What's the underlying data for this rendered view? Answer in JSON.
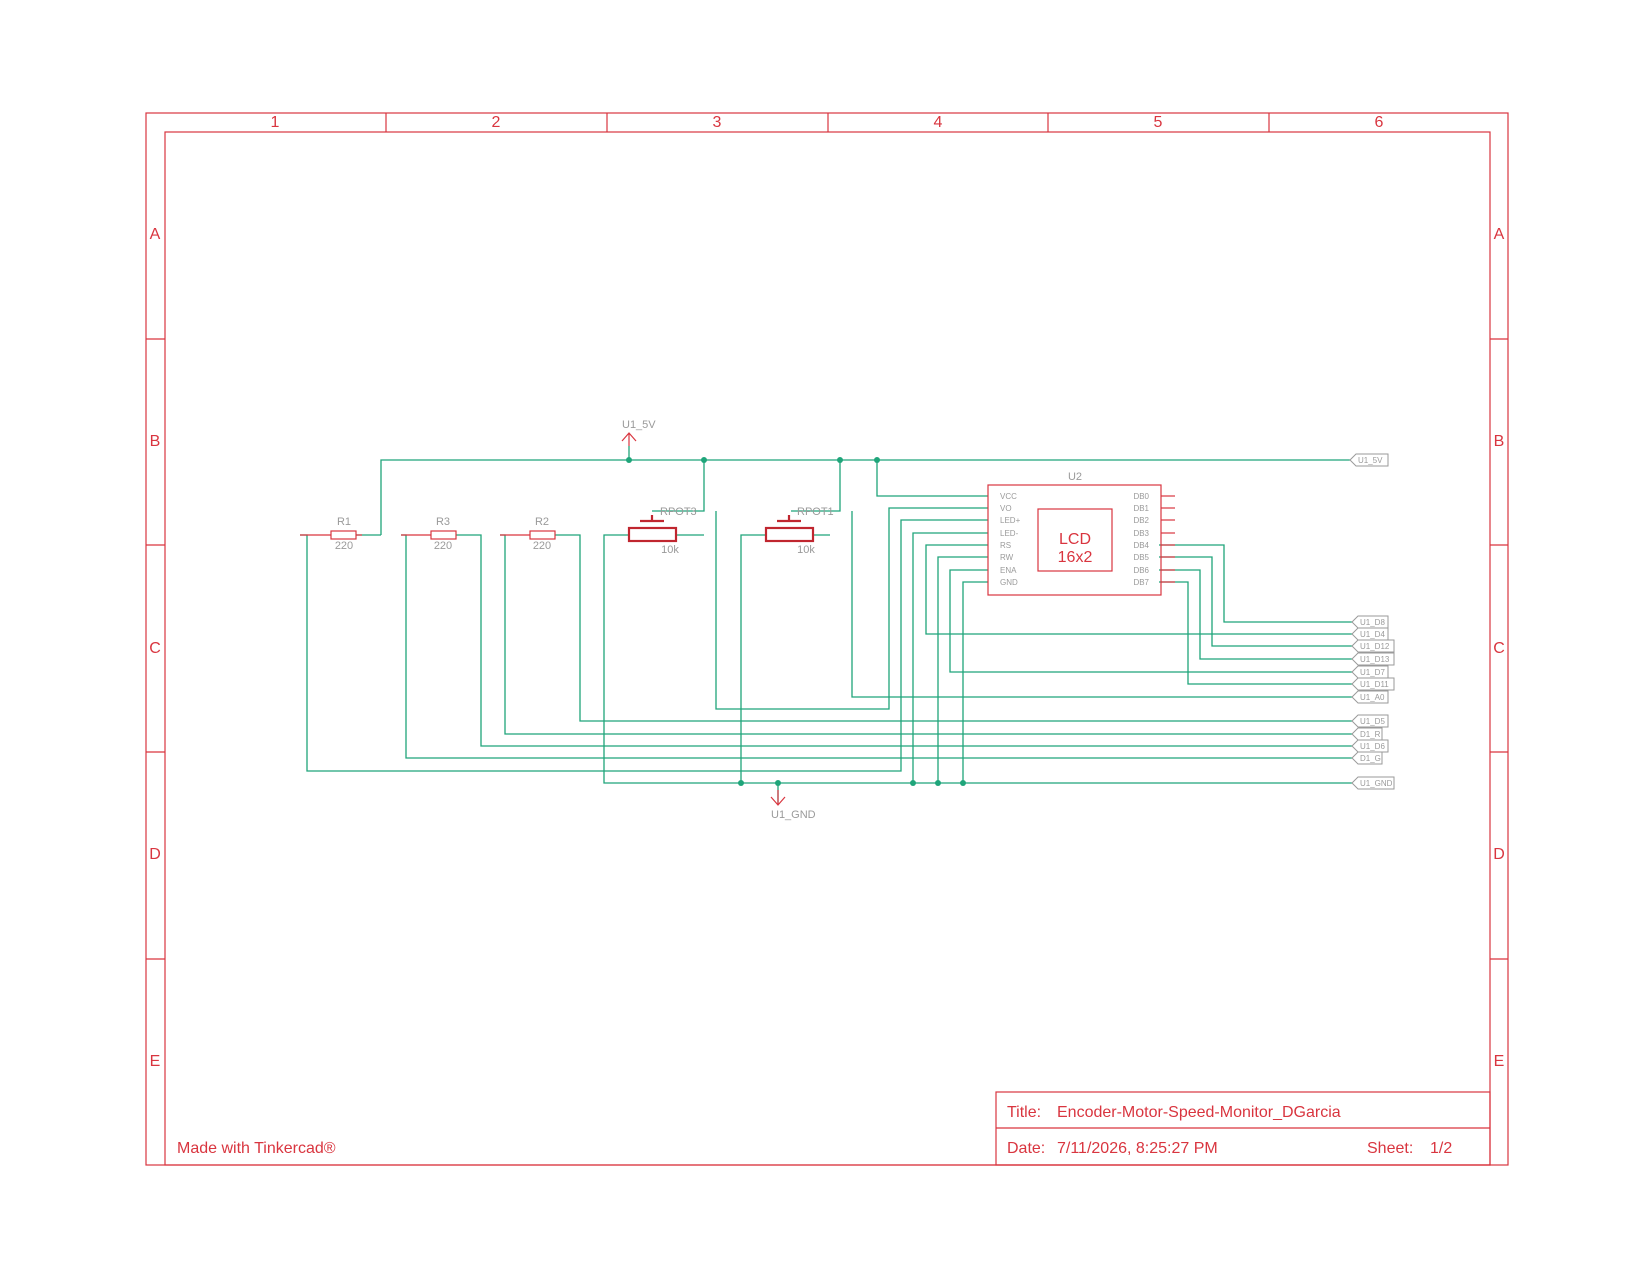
{
  "frame": {
    "columns": [
      "1",
      "2",
      "3",
      "4",
      "5",
      "6"
    ],
    "rows": [
      "A",
      "B",
      "C",
      "D",
      "E"
    ]
  },
  "title_block": {
    "title_label": "Title:",
    "title": "Encoder-Motor-Speed-Monitor_DGarcia",
    "date_label": "Date:",
    "date": "7/11/2026, 8:25:27 PM",
    "sheet_label": "Sheet:",
    "sheet": "1/2"
  },
  "credit": "Made with Tinkercad®",
  "supply": {
    "vcc_symbol": "U1_5V",
    "gnd_symbol": "U1_GND"
  },
  "resistors": [
    {
      "ref": "R1",
      "value": "220"
    },
    {
      "ref": "R3",
      "value": "220"
    },
    {
      "ref": "R2",
      "value": "220"
    }
  ],
  "potentiometers": [
    {
      "ref": "RPOT3",
      "value": "10k"
    },
    {
      "ref": "RPOT1",
      "value": "10k"
    }
  ],
  "lcd": {
    "ref": "U2",
    "body_line1": "LCD",
    "body_line2": "16x2",
    "left_pins": [
      "VCC",
      "VO",
      "LED+",
      "LED-",
      "RS",
      "RW",
      "ENA",
      "GND"
    ],
    "right_pins": [
      "DB0",
      "DB1",
      "DB2",
      "DB3",
      "DB4",
      "DB5",
      "DB6",
      "DB7"
    ]
  },
  "net_ports": [
    "U1_5V",
    "U1_D8",
    "U1_D4",
    "U1_D12",
    "U1_D13",
    "U1_D7",
    "U1_D11",
    "U1_A0",
    "U1_D5",
    "D1_R",
    "U1_D6",
    "D1_G",
    "U1_GND"
  ],
  "colors": {
    "frame": "#d9353f",
    "wire": "#1fa57a",
    "label": "#9a9a9a"
  }
}
